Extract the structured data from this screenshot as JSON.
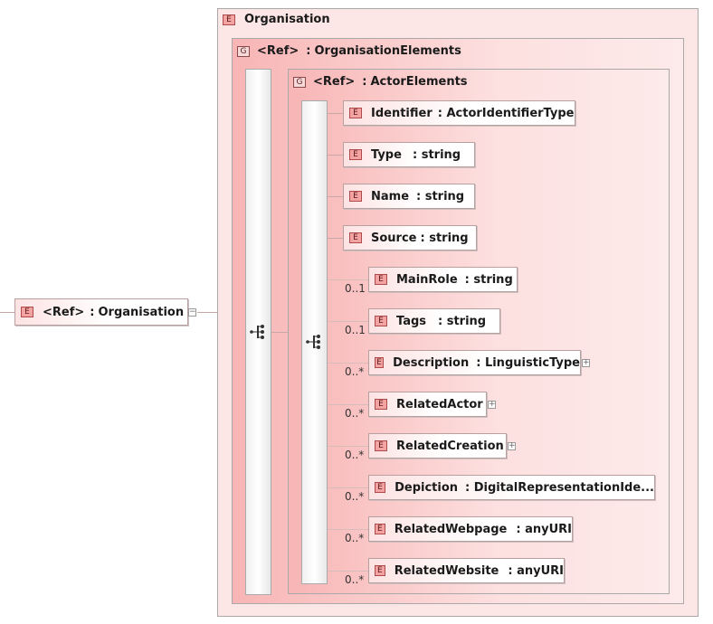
{
  "root": {
    "badge": "E",
    "ref": "<Ref>",
    "sep": ":",
    "name": "Organisation",
    "collapse": "−"
  },
  "organisation": {
    "badge": "E",
    "title": "Organisation"
  },
  "group_outer": {
    "badge": "G",
    "ref": "<Ref>",
    "sep": ":",
    "name": "OrganisationElements"
  },
  "group_inner": {
    "badge": "G",
    "ref": "<Ref>",
    "sep": ":",
    "name": "ActorElements"
  },
  "elements": [
    {
      "name": "Identifier",
      "type": ": ActorIdentifierType",
      "card": "",
      "expand": ""
    },
    {
      "name": "Type",
      "type": ": string",
      "card": "",
      "expand": ""
    },
    {
      "name": "Name",
      "type": ": string",
      "card": "",
      "expand": ""
    },
    {
      "name": "Source",
      "type": ": string",
      "card": "",
      "expand": ""
    },
    {
      "name": "MainRole",
      "type": ": string",
      "card": "0..1",
      "expand": ""
    },
    {
      "name": "Tags",
      "type": ": string",
      "card": "0..1",
      "expand": ""
    },
    {
      "name": "Description",
      "type": ": LinguisticType",
      "card": "0..*",
      "expand": "+"
    },
    {
      "name": "RelatedActor",
      "type": "",
      "card": "0..*",
      "expand": "+"
    },
    {
      "name": "RelatedCreation",
      "type": "",
      "card": "0..*",
      "expand": "+"
    },
    {
      "name": "Depiction",
      "type": ": DigitalRepresentationIde...",
      "card": "0..*",
      "expand": ""
    },
    {
      "name": "RelatedWebpage",
      "type": ": anyURI",
      "card": "0..*",
      "expand": ""
    },
    {
      "name": "RelatedWebsite",
      "type": ": anyURI",
      "card": "0..*",
      "expand": ""
    }
  ],
  "badge_letter": "E",
  "colors": {
    "pink_fill": "#fde2e2",
    "badge_fill": "#f4a3a3",
    "border": "#b9a0a0"
  }
}
